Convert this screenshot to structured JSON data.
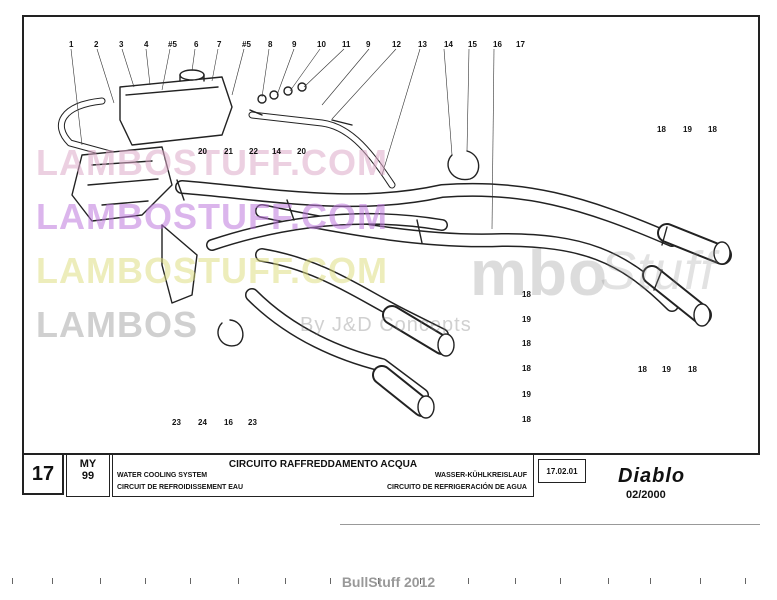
{
  "page_number": "17",
  "model_code_line1": "MY",
  "model_code_line2": "99",
  "title_it": "CIRCUITO RAFFREDDAMENTO ACQUA",
  "title_en": "WATER COOLING SYSTEM",
  "title_fr": "CIRCUIT DE REFROIDISSEMENT EAU",
  "title_de": "WASSER-KÜHLKREISLAUF",
  "title_es": "CIRCUITO DE REFRIGERACIÓN DE AGUA",
  "ref_code": "17.02.01",
  "brand": "Diablo",
  "date": "02/2000",
  "watermark_1": "LAMBOSTUFF.COM",
  "watermark_2": "LAMBOSTUFF.COM",
  "watermark_3": "LAMBOSTUFF.COM",
  "watermark_4": "LAMBOS",
  "watermark_5": "By J&D Concepts",
  "watermark_6": "mbo",
  "watermark_7": "Stuff",
  "footer": "BullStuff 2012",
  "callouts_top": [
    "1",
    "2",
    "3",
    "4",
    "#5",
    "6",
    "7",
    "#5",
    "8",
    "9",
    "10",
    "11",
    "9",
    "12",
    "13",
    "14",
    "15",
    "16",
    "17"
  ],
  "callouts_mid": [
    "20",
    "21",
    "22",
    "14",
    "20"
  ],
  "callouts_right_upper": [
    "18",
    "19",
    "18"
  ],
  "callouts_right_lower": [
    "18",
    "19",
    "18"
  ],
  "callouts_center": [
    "18",
    "19",
    "18",
    "18",
    "19",
    "18"
  ],
  "callouts_bottom": [
    "23",
    "24",
    "16",
    "23"
  ]
}
